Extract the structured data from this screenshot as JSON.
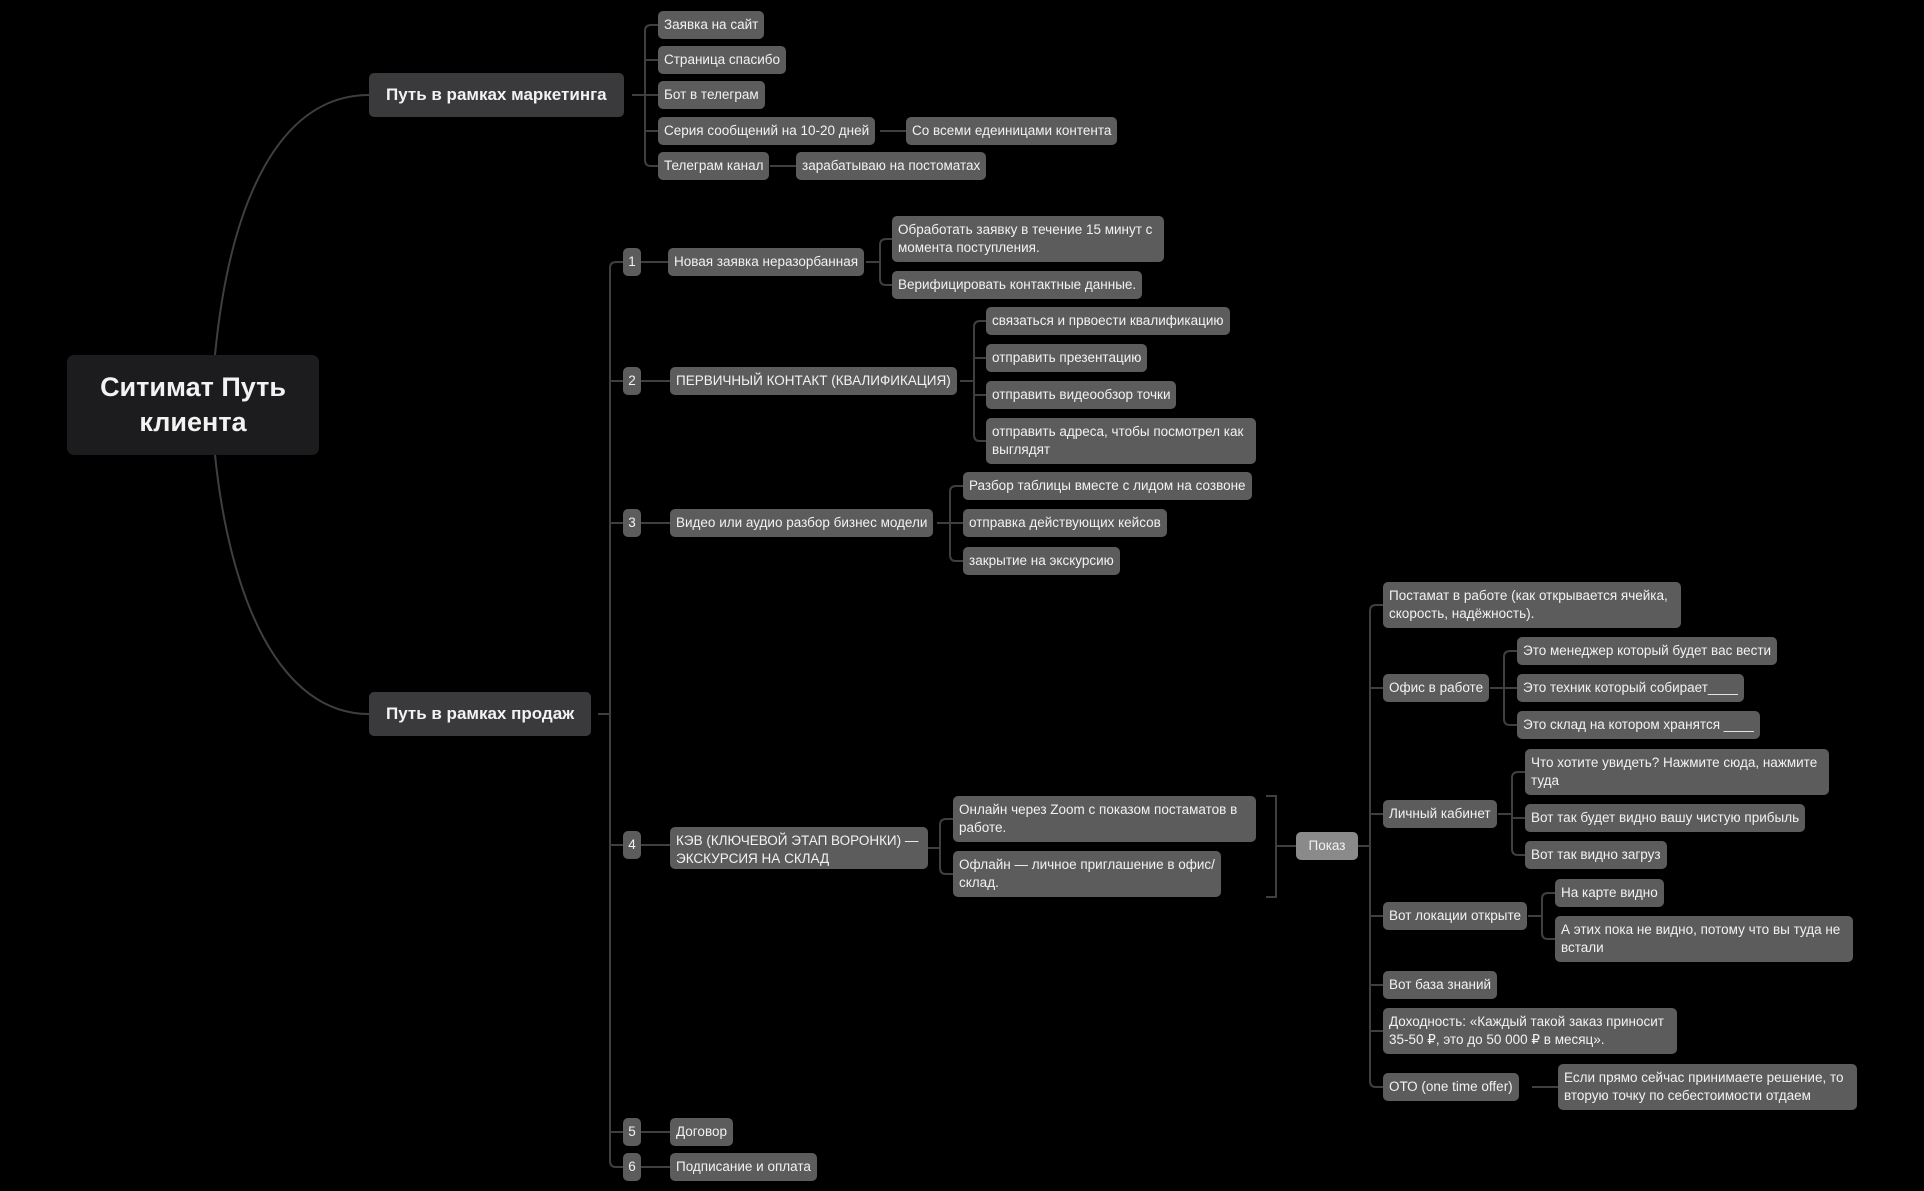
{
  "root": {
    "label": "Ситимат Путь клиента"
  },
  "marketing": {
    "label": "Путь в рамках маркетинга",
    "items": [
      {
        "label": "Заявка на сайт"
      },
      {
        "label": "Страница спасибо"
      },
      {
        "label": "Бот в телеграм"
      },
      {
        "label": "Серия сообщений на 10-20 дней",
        "child": "Со всеми едеиницами контента"
      },
      {
        "label": "Телеграм канал",
        "child": "зарабатываю на постоматах"
      }
    ]
  },
  "sales": {
    "label": "Путь в рамках продаж",
    "stages": [
      {
        "num": "1",
        "label": "Новая заявка неразорбанная",
        "children": [
          "Обработать заявку в течение 15 минут с момента поступления.",
          "Верифицировать контактные данные."
        ]
      },
      {
        "num": "2",
        "label": "ПЕРВИЧНЫЙ КОНТАКТ (КВАЛИФИКАЦИЯ)",
        "children": [
          "связаться и првоести квалификацию",
          "отправить презентацию",
          "отправить видеообзор точки",
          "отправить адреса, чтобы посмотрел как выглядят"
        ]
      },
      {
        "num": "3",
        "label": "Видео или аудио разбор бизнес модели",
        "children": [
          "Разбор таблицы вместе с лидом на созвоне",
          "отправка действующих кейсов",
          "закрытие на экскурсию"
        ]
      },
      {
        "num": "4",
        "label": "КЭВ (КЛЮЧЕВОЙ ЭТАП ВОРОНКИ) — ЭКСКУРСИЯ НА СКЛАД",
        "children": [
          "Онлайн через Zoom с показом постаматов в работе.",
          "Офлайн — личное приглашение в офис/склад."
        ]
      },
      {
        "num": "5",
        "label": "Договор",
        "children": []
      },
      {
        "num": "6",
        "label": "Подписание и оплата",
        "children": []
      }
    ],
    "show": {
      "label": "Показ",
      "items": [
        {
          "label": "Постамат в работе (как открывается ячейка, скорость, надёжность).",
          "children": []
        },
        {
          "label": "Офис в работе",
          "children": [
            "Это менеджер который будет вас вести",
            "Это техник который собирает____",
            "Это склад на котором хранятся ____"
          ]
        },
        {
          "label": "Личный кабинет",
          "children": [
            "Что хотите увидеть? Нажмите сюда, нажмите туда",
            "Вот так будет видно вашу чистую прибыль",
            "Вот так видно загруз"
          ]
        },
        {
          "label": "Вот локации открыте",
          "children": [
            "На карте видно",
            "А этих пока не видно, потому что вы туда не встали"
          ]
        },
        {
          "label": "Вот база знаний",
          "children": []
        },
        {
          "label": "Доходность: «Каждый такой заказ приносит 35-50 ₽, это до 50 000 ₽ в месяц».",
          "children": []
        },
        {
          "label": "ОТО (one time offer)",
          "children": [
            "Если прямо сейчас принимаете решение, то вторую точку по себестоимости отдаем"
          ]
        }
      ]
    }
  },
  "colors": {
    "background": "#000000",
    "node": "#5c5c5c",
    "branch": "#3a3a3c",
    "root": "#1c1c1e",
    "line": "#3f3f3f"
  }
}
